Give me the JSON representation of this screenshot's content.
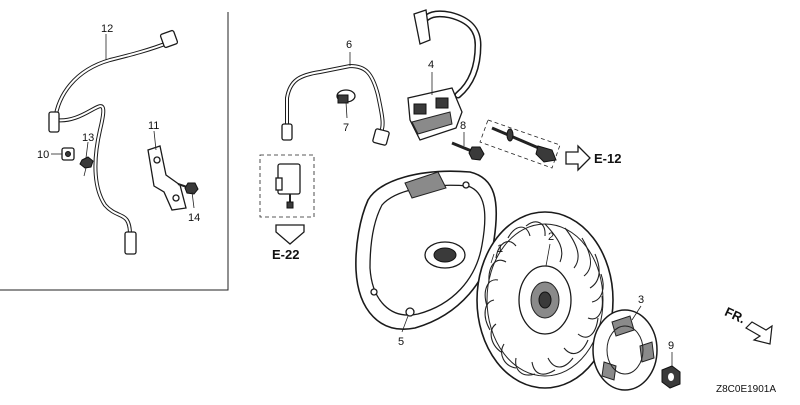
{
  "diagram": {
    "diagram_code": "Z8C0E1901A",
    "direction_label": "FR.",
    "references": [
      {
        "label": "E-12"
      },
      {
        "label": "E-22"
      }
    ],
    "callouts": [
      "1",
      "2",
      "3",
      "4",
      "5",
      "6",
      "7",
      "8",
      "9",
      "10",
      "11",
      "12",
      "13",
      "14"
    ]
  }
}
